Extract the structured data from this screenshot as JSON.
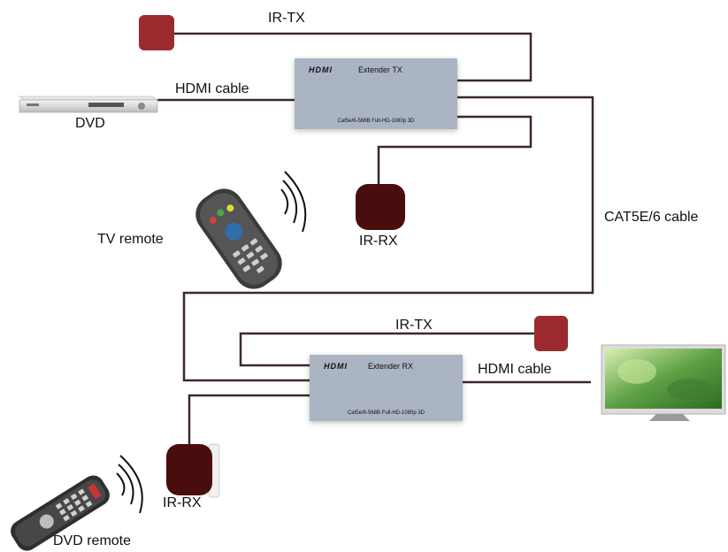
{
  "labels": {
    "ir_tx_top": "IR-TX",
    "hdmi_cable_top": "HDMI cable",
    "dvd": "DVD",
    "tv_remote": "TV remote",
    "ir_rx_top": "IR-RX",
    "cat_cable": "CAT5E/6 cable",
    "ir_tx_bottom": "IR-TX",
    "hdmi_cable_bottom": "HDMI cable",
    "ir_rx_bottom": "IR-RX",
    "dvd_remote": "DVD remote"
  },
  "tx_box": {
    "brand": "HDMI",
    "title": "Extender  TX",
    "spec": "Cat5e/6-568B Full-HD-1080p 3D"
  },
  "rx_box": {
    "brand": "HDMI",
    "title": "Extender  RX",
    "spec": "Cat5e/6-568B Full-HD-1080p 3D"
  },
  "colors": {
    "wire": "#3a2a26",
    "ir_tx_sensor": "#9b2a2e",
    "ir_rx_sensor": "#4a0d0d",
    "extender_box": "#aab4c2",
    "tv_screen": "#5da044"
  }
}
